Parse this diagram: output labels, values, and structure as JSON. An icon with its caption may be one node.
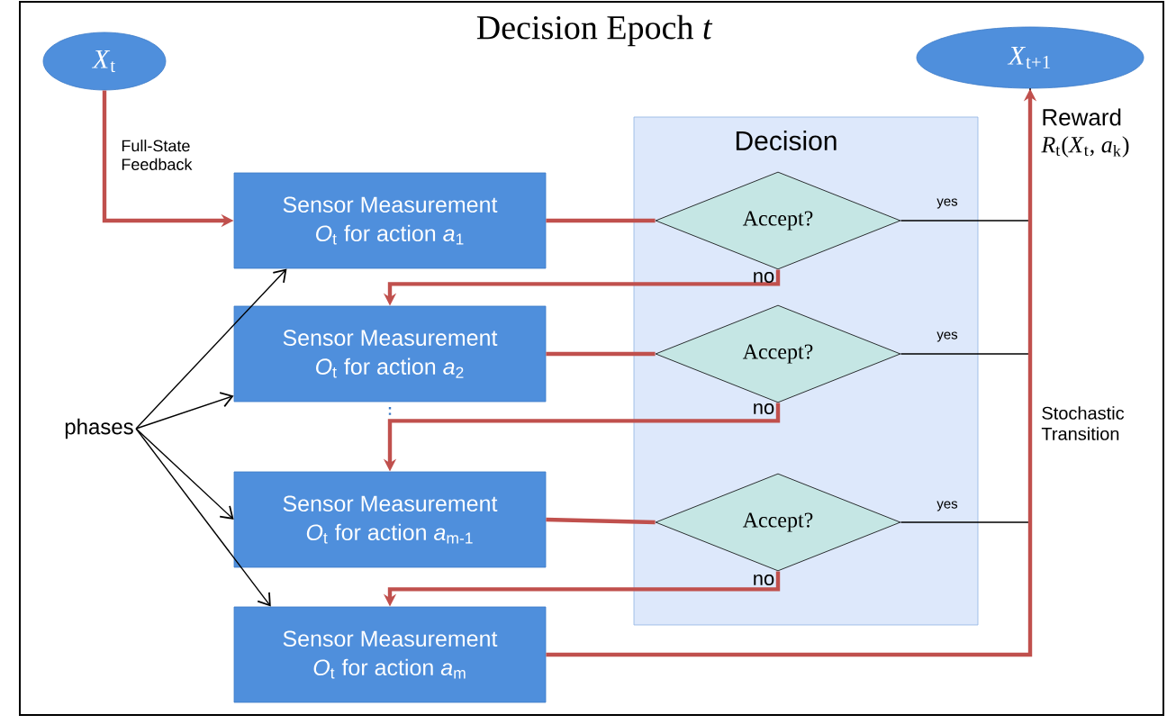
{
  "diagram": {
    "title": "Decision Epoch *t*",
    "nodes": [
      {
        "text": [
          "*X*$_{t}$"
        ]
      },
      {
        "text": [
          "*X*$_{t+1}$"
        ],
        "beside": [
          "Reward",
          "*R*$_{t}$(*X*$_{t}$, *a*$_{k}$)"
        ]
      },
      {
        "text": [
          "Decision"
        ]
      },
      {
        "text": [
          "Sensor Measurement",
          "*O*$_{t}$ for action *a*$_{1}$"
        ]
      },
      {
        "text": [
          "Accept?"
        ],
        "in": 2
      },
      {
        "text": [
          "Sensor Measurement",
          "*O*$_{t}$ for action *a*$_{2}$"
        ]
      },
      {
        "text": [
          "Accept?"
        ],
        "in": 2
      },
      {
        "text": [
          "Sensor Measurement",
          "*O*$_{t}$ for action *a*$_{m-1}$"
        ]
      },
      {
        "text": [
          "Accept?"
        ],
        "in": 2
      },
      {
        "text": [
          "Sensor Measurement",
          "*O*$_{t}$ for action *a*$_{m}$"
        ]
      },
      {
        "text": [
          "phases"
        ]
      }
    ],
    "edges": [
      {
        "from": 0,
        "to": 3,
        "arrow": "to",
        "label": "Full-State Feedback"
      },
      {
        "from": 3,
        "to": 4,
        "arrow": "none"
      },
      {
        "from": 4,
        "to": 5,
        "arrow": "to",
        "label": "no"
      },
      {
        "from": 5,
        "to": 6,
        "arrow": "none"
      },
      {
        "from": 6,
        "to": 7,
        "arrow": "to",
        "label": "no"
      },
      {
        "from": 7,
        "to": 8,
        "arrow": "none"
      },
      {
        "from": 8,
        "to": 9,
        "arrow": "to",
        "label": "no"
      },
      {
        "from": 4,
        "to": 1,
        "arrow": "none",
        "label": "yes",
        "color": "#000000"
      },
      {
        "from": 6,
        "to": 1,
        "arrow": "none",
        "label": "yes",
        "color": "#000000"
      },
      {
        "from": 8,
        "to": 1,
        "arrow": "none",
        "label": "yes",
        "color": "#000000"
      },
      {
        "from": 9,
        "to": 1,
        "arrow": "to",
        "label": "Stochastic Transition"
      },
      {
        "from": 10,
        "to": 3,
        "arrow": "to",
        "color": "#000000"
      },
      {
        "from": 10,
        "to": 5,
        "arrow": "to",
        "color": "#000000"
      },
      {
        "from": 10,
        "to": 7,
        "arrow": "to",
        "color": "#000000"
      },
      {
        "from": 10,
        "to": 9,
        "arrow": "to",
        "color": "#000000"
      }
    ]
  }
}
